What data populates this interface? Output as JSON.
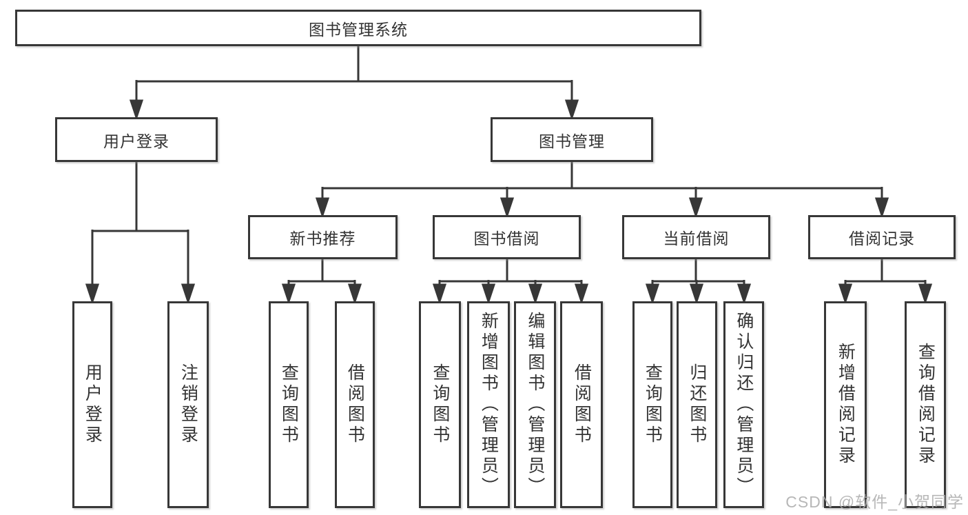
{
  "diagram_title": "图书管理系统",
  "watermark": "CSDN @软件_小贺同学",
  "colors": {
    "line": "#373737",
    "box_border": "#373737",
    "box_fill": "#ffffff",
    "text": "#333333",
    "watermark": "#aaaaaa",
    "background": "#ffffff"
  },
  "tree": {
    "root": {
      "label": "图书管理系统",
      "children": [
        {
          "label": "用户登录",
          "children": [
            {
              "label": "用户登录"
            },
            {
              "label": "注销登录"
            }
          ]
        },
        {
          "label": "图书管理",
          "children": [
            {
              "label": "新书推荐",
              "children": [
                {
                  "label": "查询图书"
                },
                {
                  "label": "借阅图书"
                }
              ]
            },
            {
              "label": "图书借阅",
              "children": [
                {
                  "label": "查询图书"
                },
                {
                  "label": "新增图书（管理员）"
                },
                {
                  "label": "编辑图书（管理员）"
                },
                {
                  "label": "借阅图书"
                }
              ]
            },
            {
              "label": "当前借阅",
              "children": [
                {
                  "label": "查询图书"
                },
                {
                  "label": "归还图书"
                },
                {
                  "label": "确认归还（管理员）"
                }
              ]
            },
            {
              "label": "借阅记录",
              "children": [
                {
                  "label": "新增借阅记录"
                },
                {
                  "label": "查询借阅记录"
                }
              ]
            }
          ]
        }
      ]
    }
  }
}
